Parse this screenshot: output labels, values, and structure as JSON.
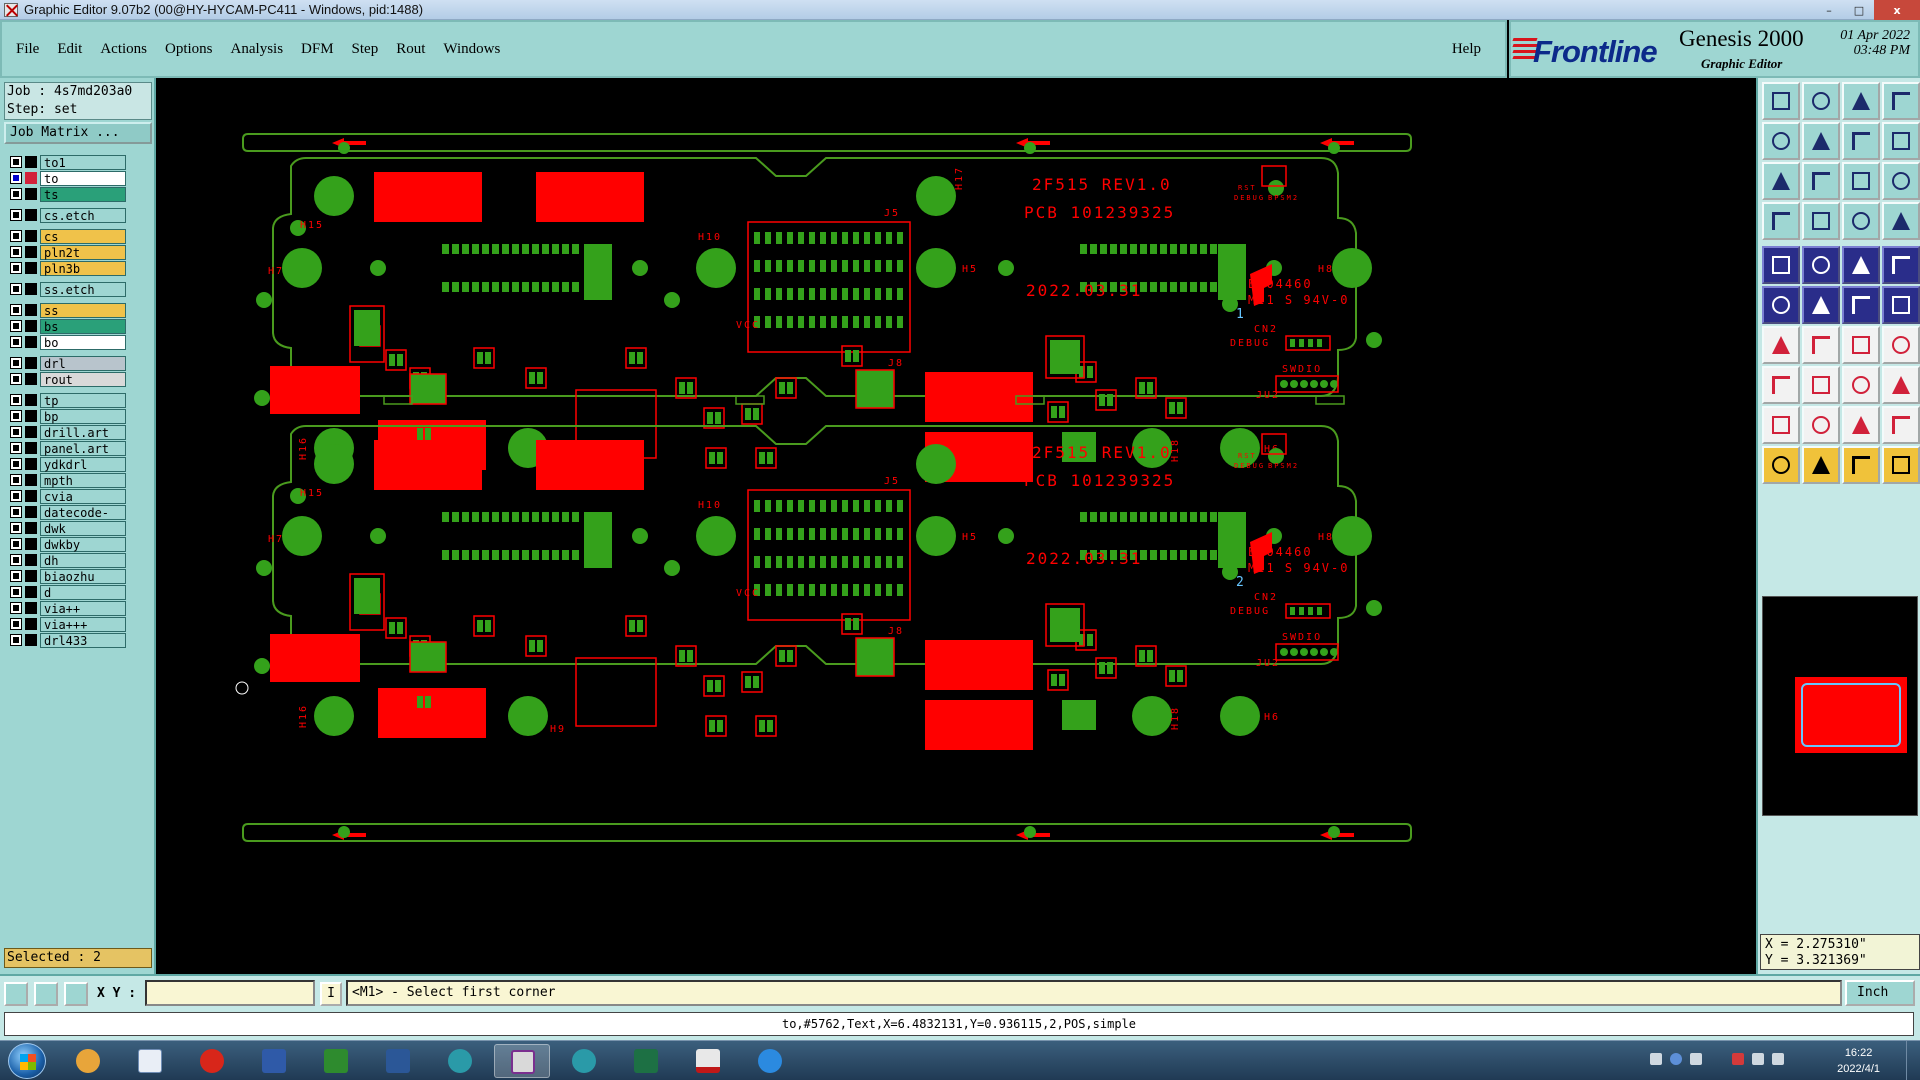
{
  "window": {
    "title": "Graphic Editor 9.07b2 (00@HY-HYCAM-PC411 - Windows, pid:1488)",
    "minimize": "–",
    "maximize": "□",
    "close": "x"
  },
  "menu": [
    "File",
    "Edit",
    "Actions",
    "Options",
    "Analysis",
    "DFM",
    "Step",
    "Rout",
    "Windows"
  ],
  "help": "Help",
  "brand": {
    "logo": "Frontline",
    "product": "Genesis 2000",
    "subtitle": "Graphic Editor",
    "date": "01 Apr 2022",
    "time": "03:48 PM"
  },
  "job": {
    "job_line": "Job : 4s7md203a0",
    "step_line": "Step: set",
    "job_matrix": "Job Matrix ..."
  },
  "layers": [
    {
      "name": "to1",
      "color": "#9ed6d2",
      "text": "#000"
    },
    {
      "name": "to",
      "color": "#ffffff",
      "text": "#000",
      "selected": true,
      "affected": true
    },
    {
      "name": "ts",
      "color": "#2aa079",
      "text": "#000"
    },
    {
      "gap": true
    },
    {
      "name": "cs.etch",
      "color": "#9ed6d2",
      "text": "#000"
    },
    {
      "gap": true
    },
    {
      "name": "cs",
      "color": "#f0c24a",
      "text": "#000"
    },
    {
      "name": "pln2t",
      "color": "#f0c24a",
      "text": "#000"
    },
    {
      "name": "pln3b",
      "color": "#f0c24a",
      "text": "#000"
    },
    {
      "gap": true
    },
    {
      "name": "ss.etch",
      "color": "#9ed6d2",
      "text": "#000"
    },
    {
      "gap": true
    },
    {
      "name": "ss",
      "color": "#f0c24a",
      "text": "#000"
    },
    {
      "name": "bs",
      "color": "#2aa079",
      "text": "#000"
    },
    {
      "name": "bo",
      "color": "#ffffff",
      "text": "#000"
    },
    {
      "gap": true
    },
    {
      "name": "drl",
      "color": "#b8c4cc",
      "text": "#000"
    },
    {
      "name": "rout",
      "color": "#d9d9d9",
      "text": "#000"
    },
    {
      "gap": true
    },
    {
      "name": "tp",
      "color": "#9ed6d2",
      "text": "#000"
    },
    {
      "name": "bp",
      "color": "#9ed6d2",
      "text": "#000"
    },
    {
      "name": "drill.art",
      "color": "#9ed6d2",
      "text": "#000"
    },
    {
      "name": "panel.art",
      "color": "#9ed6d2",
      "text": "#000"
    },
    {
      "name": "ydkdrl",
      "color": "#9ed6d2",
      "text": "#000"
    },
    {
      "name": "mpth",
      "color": "#9ed6d2",
      "text": "#000"
    },
    {
      "name": "cvia",
      "color": "#9ed6d2",
      "text": "#000"
    },
    {
      "name": "datecode-ptc",
      "color": "#9ed6d2",
      "text": "#000"
    },
    {
      "name": "dwk",
      "color": "#9ed6d2",
      "text": "#000"
    },
    {
      "name": "dwkby",
      "color": "#9ed6d2",
      "text": "#000"
    },
    {
      "name": "dh",
      "color": "#9ed6d2",
      "text": "#000"
    },
    {
      "name": "biaozhu",
      "color": "#9ed6d2",
      "text": "#000"
    },
    {
      "name": "d",
      "color": "#9ed6d2",
      "text": "#000"
    },
    {
      "name": "via++",
      "color": "#9ed6d2",
      "text": "#000"
    },
    {
      "name": "via+++",
      "color": "#9ed6d2",
      "text": "#000"
    },
    {
      "name": "drl433",
      "color": "#9ed6d2",
      "text": "#000"
    }
  ],
  "selected_label": "Selected : 2",
  "board_text": {
    "model": "2F515 REV1.0",
    "pcb": "PCB 101239325",
    "date": "2022.03.31",
    "ul": "E204460",
    "ul2": "MI1 S 94V-0",
    "cn2": "CN2",
    "debug": "DEBUG",
    "swdio": "SWDIO",
    "ju2": "JU2",
    "j5": "J5",
    "j8": "J8",
    "vcc": "VCC",
    "rst": "RST",
    "debug_s": "DEBUG",
    "bpsm2": "BPSM2",
    "h5": "H5",
    "h6": "H6",
    "h7": "H7",
    "h8": "H8",
    "h9": "H9",
    "h10": "H10",
    "h15": "H15",
    "h16": "H16",
    "h17": "H17",
    "h18": "H18",
    "num1": "1",
    "num2": "2"
  },
  "coords": {
    "x": "X = 2.275310\"",
    "y": "Y = 3.321369\""
  },
  "cmd": {
    "xy_label": "X Y :",
    "xy_value": "",
    "i_button": "I",
    "prompt": "<M1> - Select first corner",
    "units": "Inch"
  },
  "status": "to,#5762,Text,X=6.4832131,Y=0.936115,2,POS,simple",
  "taskbar": {
    "time": "16:22",
    "date": "2022/4/1"
  },
  "colors": {
    "menu_bg": "#9ed6d2",
    "copper": "#ff0000",
    "pad": "#34a11b",
    "outline": "#4a9b1e"
  }
}
